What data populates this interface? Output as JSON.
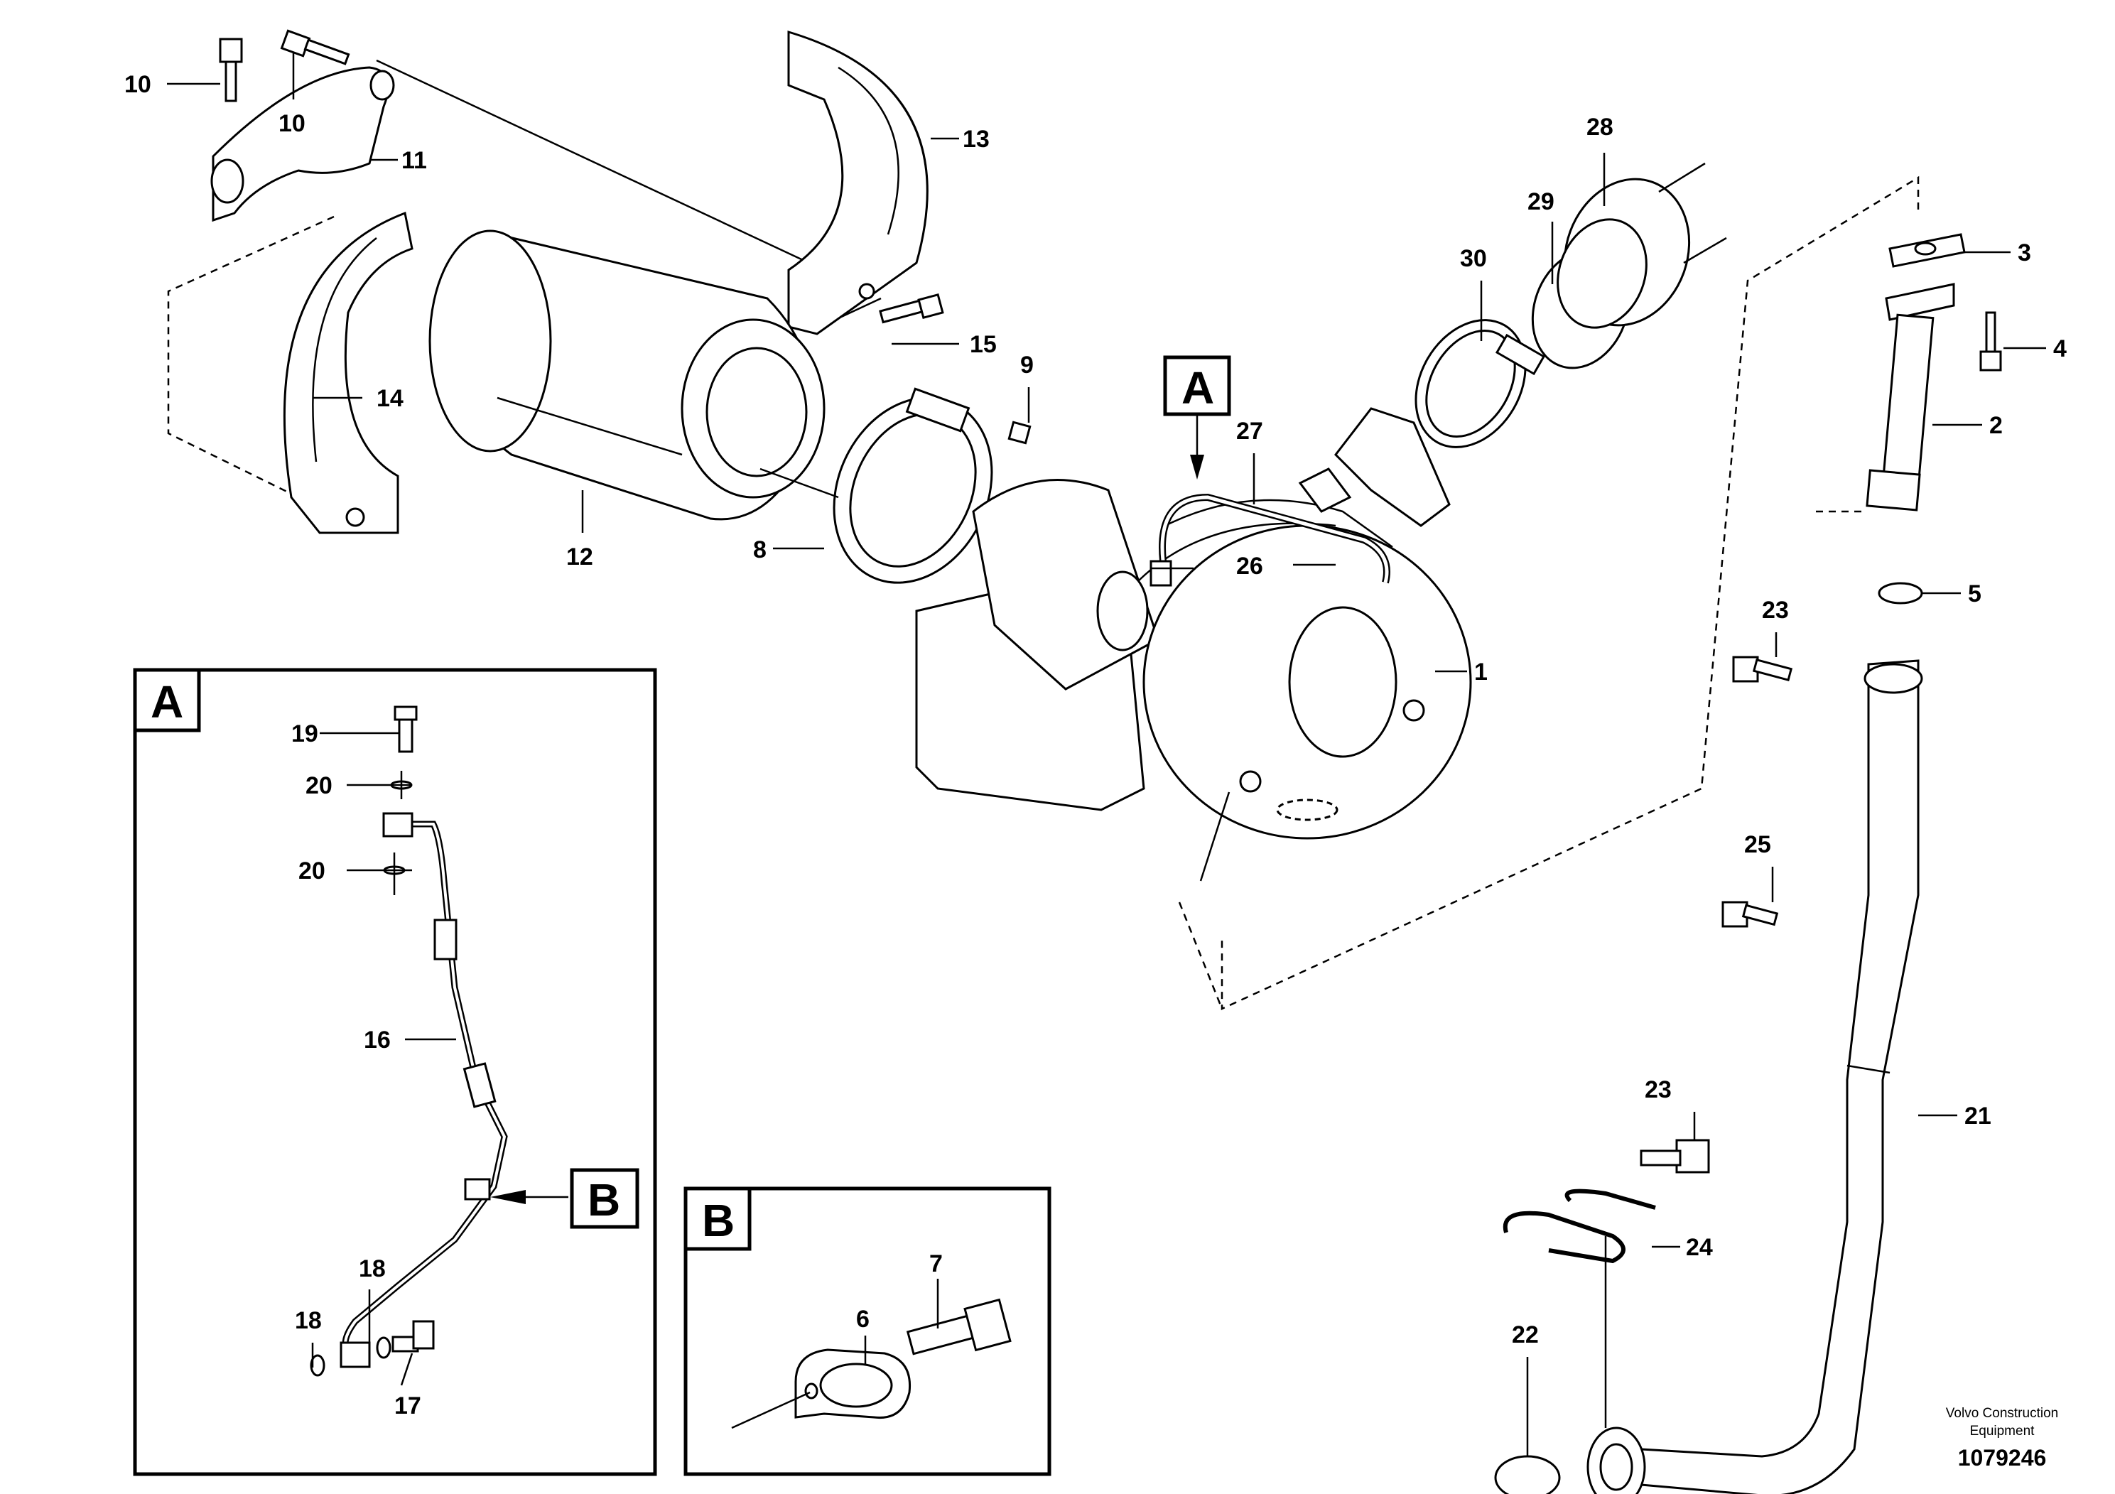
{
  "callouts": {
    "p1": "1",
    "p2": "2",
    "p3": "3",
    "p4": "4",
    "p5": "5",
    "p6": "6",
    "p7": "7",
    "p8": "8",
    "p9": "9",
    "p10a": "10",
    "p10b": "10",
    "p11": "11",
    "p12": "12",
    "p13": "13",
    "p14": "14",
    "p15": "15",
    "p16": "16",
    "p17": "17",
    "p18a": "18",
    "p18b": "18",
    "p19": "19",
    "p20a": "20",
    "p20b": "20",
    "p21": "21",
    "p22": "22",
    "p23a": "23",
    "p23b": "23",
    "p24": "24",
    "p25": "25",
    "p26": "26",
    "p27": "27",
    "p28": "28",
    "p29": "29",
    "p30": "30"
  },
  "detail_boxes": {
    "a_label": "A",
    "b_label": "B",
    "a_pointer_label": "A",
    "b_pointer_label": "B"
  },
  "footer": {
    "brand_line1": "Volvo Construction",
    "brand_line2": "Equipment",
    "drawing_number": "1079246"
  }
}
